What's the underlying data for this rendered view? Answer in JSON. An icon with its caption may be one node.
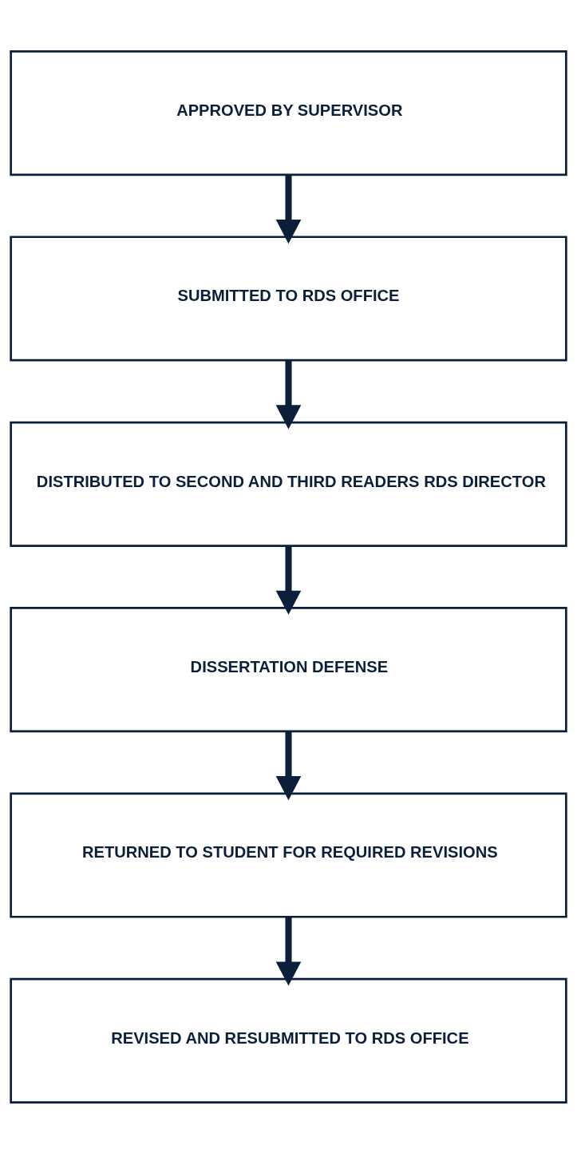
{
  "diagram": {
    "nodes": [
      {
        "text": [
          "APPROVED BY SUPERVISOR"
        ]
      },
      {
        "text": [
          "SUBMITTED TO RDS OFFICE"
        ]
      },
      {
        "text": [
          "DISTRIBUTED TO SECOND AND THIRD READERS RDS DIRECTOR"
        ]
      },
      {
        "text": [
          "DISSERTATION DEFENSE"
        ]
      },
      {
        "text": [
          "RETURNED TO STUDENT FOR REQUIRED REVISIONS"
        ]
      },
      {
        "text": [
          "REVISED AND RESUBMITTED TO RDS OFFICE"
        ]
      }
    ],
    "edges": [
      {
        "from": 0,
        "to": 1,
        "arrow": "to"
      },
      {
        "from": 1,
        "to": 2,
        "arrow": "to"
      },
      {
        "from": 2,
        "to": 3,
        "arrow": "to"
      },
      {
        "from": 3,
        "to": 4,
        "arrow": "to"
      },
      {
        "from": 4,
        "to": 5,
        "arrow": "to"
      }
    ]
  }
}
